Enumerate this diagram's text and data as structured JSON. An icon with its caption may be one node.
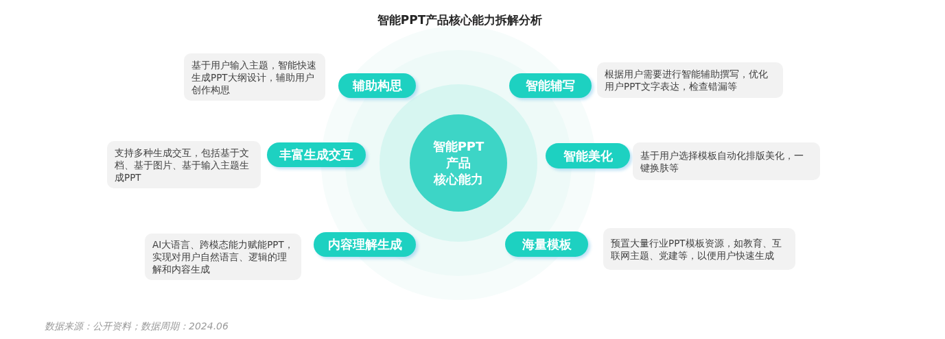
{
  "diagram": {
    "title": "智能PPT产品核心能力拆解分析",
    "caption": "数据来源：公开资料；数据周期：2024.06",
    "nodes": [
      {
        "text": [
          "基于用户输入主题，智能快速生成PPT大纲设计，辅助用户创作构思"
        ]
      },
      {
        "text": [
          "辅助构思"
        ]
      },
      {
        "text": [
          "智能辅写"
        ]
      },
      {
        "text": [
          "根据用户需要进行智能辅助撰写，优化用户PPT文字表达，检查错漏等"
        ]
      },
      {
        "text": [
          "支持多种生成交互，包括基于文档、基于图片、基于输入主题生成PPT"
        ]
      },
      {
        "text": [
          "丰富生成交互"
        ]
      },
      {
        "text": [
          "智能PPT产品核心能力"
        ]
      },
      {
        "text": [
          "智能美化"
        ]
      },
      {
        "text": [
          "基于用户选择模板自动化排版美化，一键换肤等"
        ]
      },
      {
        "text": [
          "AI大语言、跨模态能力赋能PPT，实现对用户自然语言、逻辑的理解和内容生成"
        ]
      },
      {
        "text": [
          "内容理解生成"
        ]
      },
      {
        "text": [
          "海量模板"
        ]
      },
      {
        "text": [
          "预置大量行业PPT模板资源，如教育、互联网主题、党建等，以便用户快速生成"
        ]
      }
    ]
  }
}
